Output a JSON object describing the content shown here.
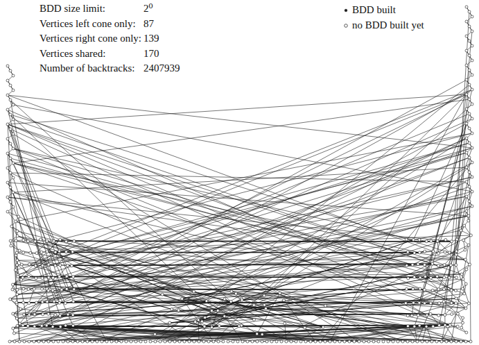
{
  "diagram": {
    "labels": [
      "BDD size limit:",
      "2⁰",
      "Vertices left cone only:",
      "87",
      "Vertices right cone only:",
      "139",
      "Vertices shared:",
      "170",
      "Number of backtracks:",
      "2407939"
    ],
    "legend": [
      {
        "text": "BDD built"
      },
      {
        "text": "no BDD built yet"
      }
    ]
  }
}
